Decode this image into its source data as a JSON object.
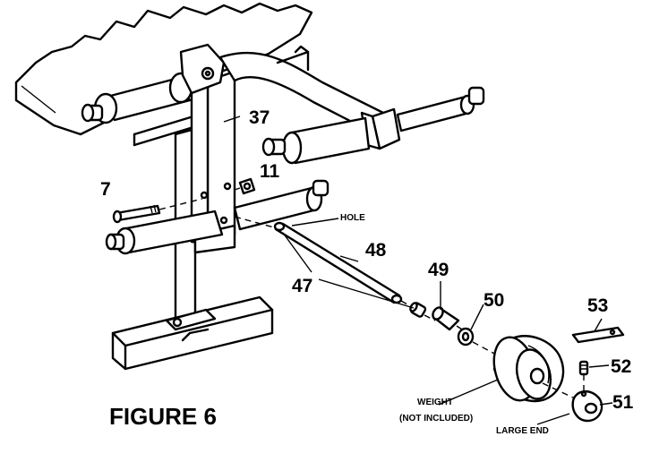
{
  "figure": {
    "title": "FIGURE 6"
  },
  "callouts": {
    "p7": "7",
    "p11": "11",
    "p37": "37",
    "p47": "47",
    "p48": "48",
    "p49": "49",
    "p50": "50",
    "p51": "51",
    "p52": "52",
    "p53": "53"
  },
  "notes": {
    "hole": "HOLE",
    "weight": "WEIGHT",
    "not_included": "(NOT INCLUDED)",
    "large_end": "LARGE END"
  }
}
